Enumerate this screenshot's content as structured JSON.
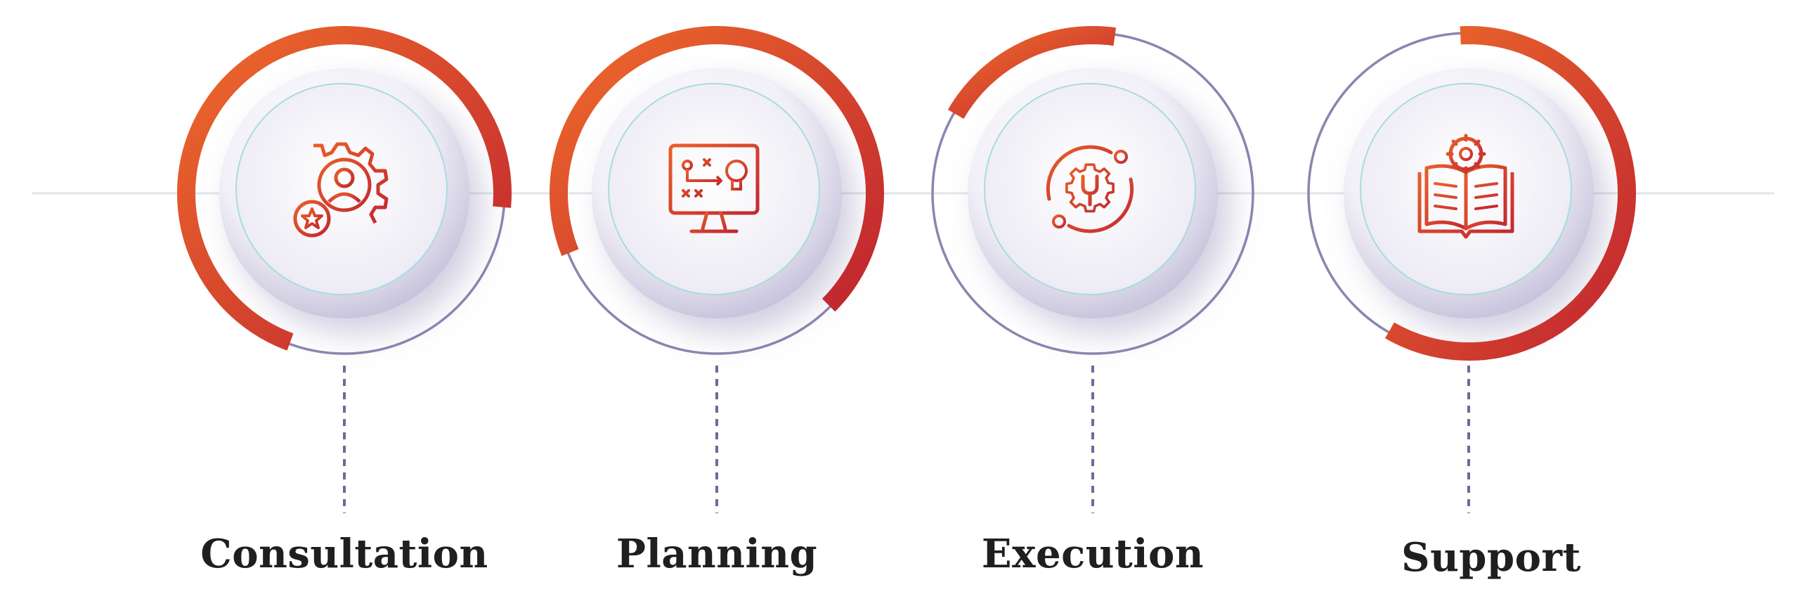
{
  "steps": [
    {
      "label": "Consultation",
      "icon": "consultant-gear-icon"
    },
    {
      "label": "Planning",
      "icon": "strategy-monitor-icon"
    },
    {
      "label": "Execution",
      "icon": "wrench-gear-icon"
    },
    {
      "label": "Support",
      "icon": "manual-book-gear-icon"
    }
  ],
  "colors": {
    "accent_start": "#e8602a",
    "accent_end": "#c0262f",
    "ring_outline": "#8a85b0",
    "baseline": "#dfe6ec",
    "connector": "#6f6a9a",
    "label": "#1f1f1f"
  }
}
